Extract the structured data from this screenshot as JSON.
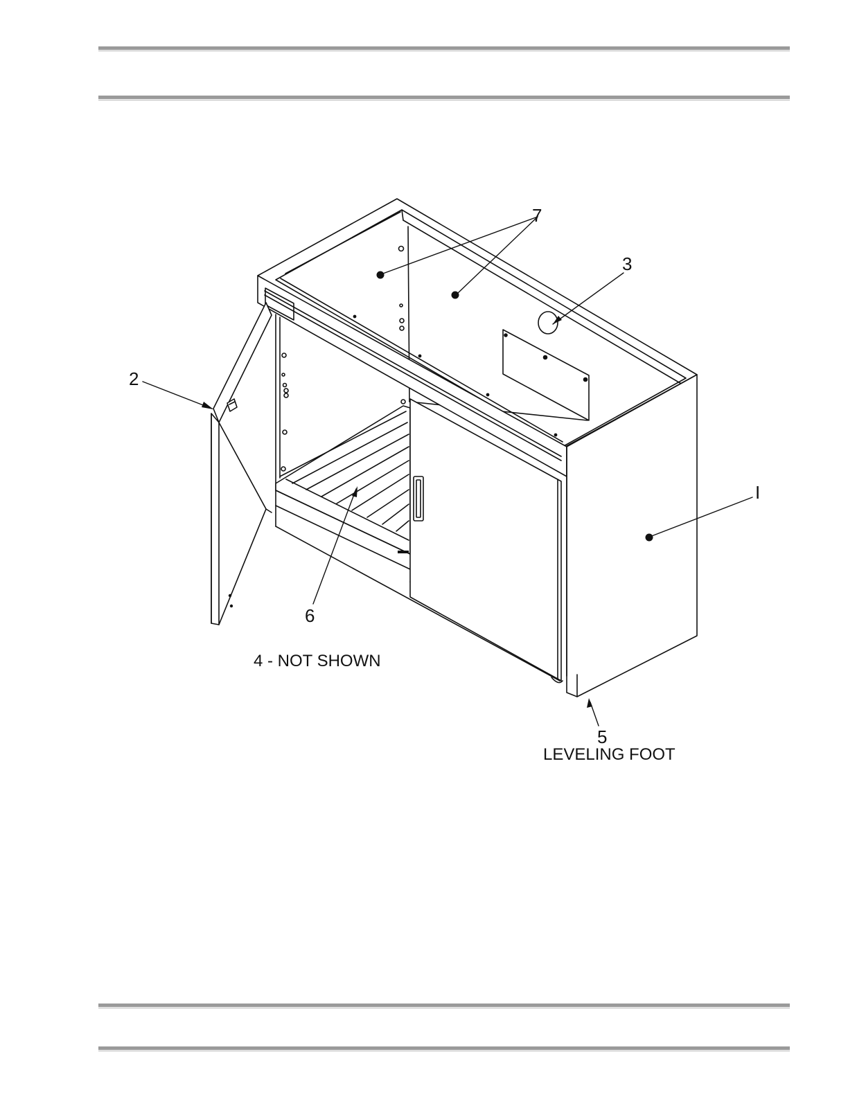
{
  "callouts": {
    "part1": "I",
    "part2": "2",
    "part3": "3",
    "part5": "5",
    "part6": "6",
    "part7": "7"
  },
  "labels": {
    "not_shown": "4 - NOT SHOWN",
    "leveling_foot": "LEVELING FOOT"
  },
  "colors": {
    "rule": "#9a9a9a",
    "line": "#111111"
  }
}
